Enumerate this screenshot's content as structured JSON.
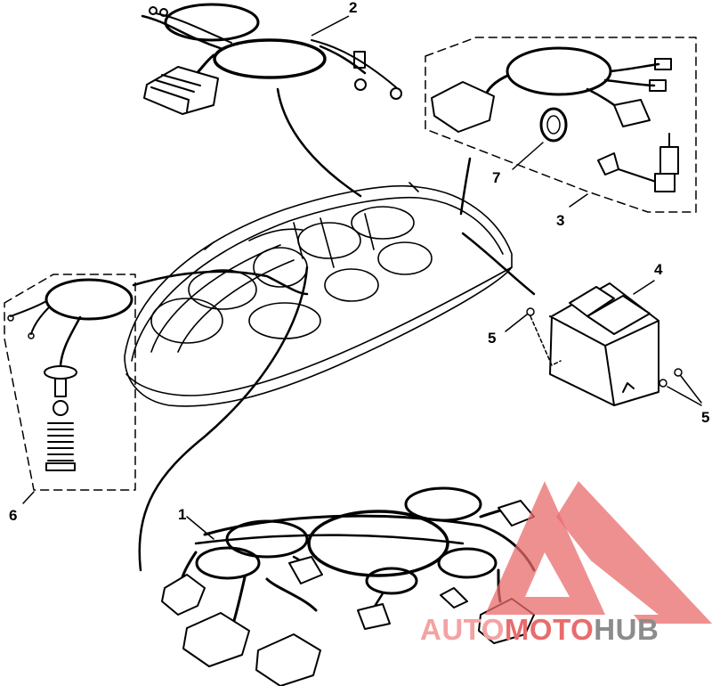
{
  "diagram": {
    "callouts": {
      "c1": "1",
      "c2": "2",
      "c3": "3",
      "c4": "4",
      "c5a": "5",
      "c5b": "5",
      "c6": "6",
      "c7": "7"
    }
  },
  "watermark": {
    "part1": "AUTO",
    "part2": "MOTO",
    "part3": "HUB",
    "colors": {
      "auto": "#f4a2a2",
      "moto": "#e96b6b",
      "hub": "#8c8c8c"
    }
  }
}
